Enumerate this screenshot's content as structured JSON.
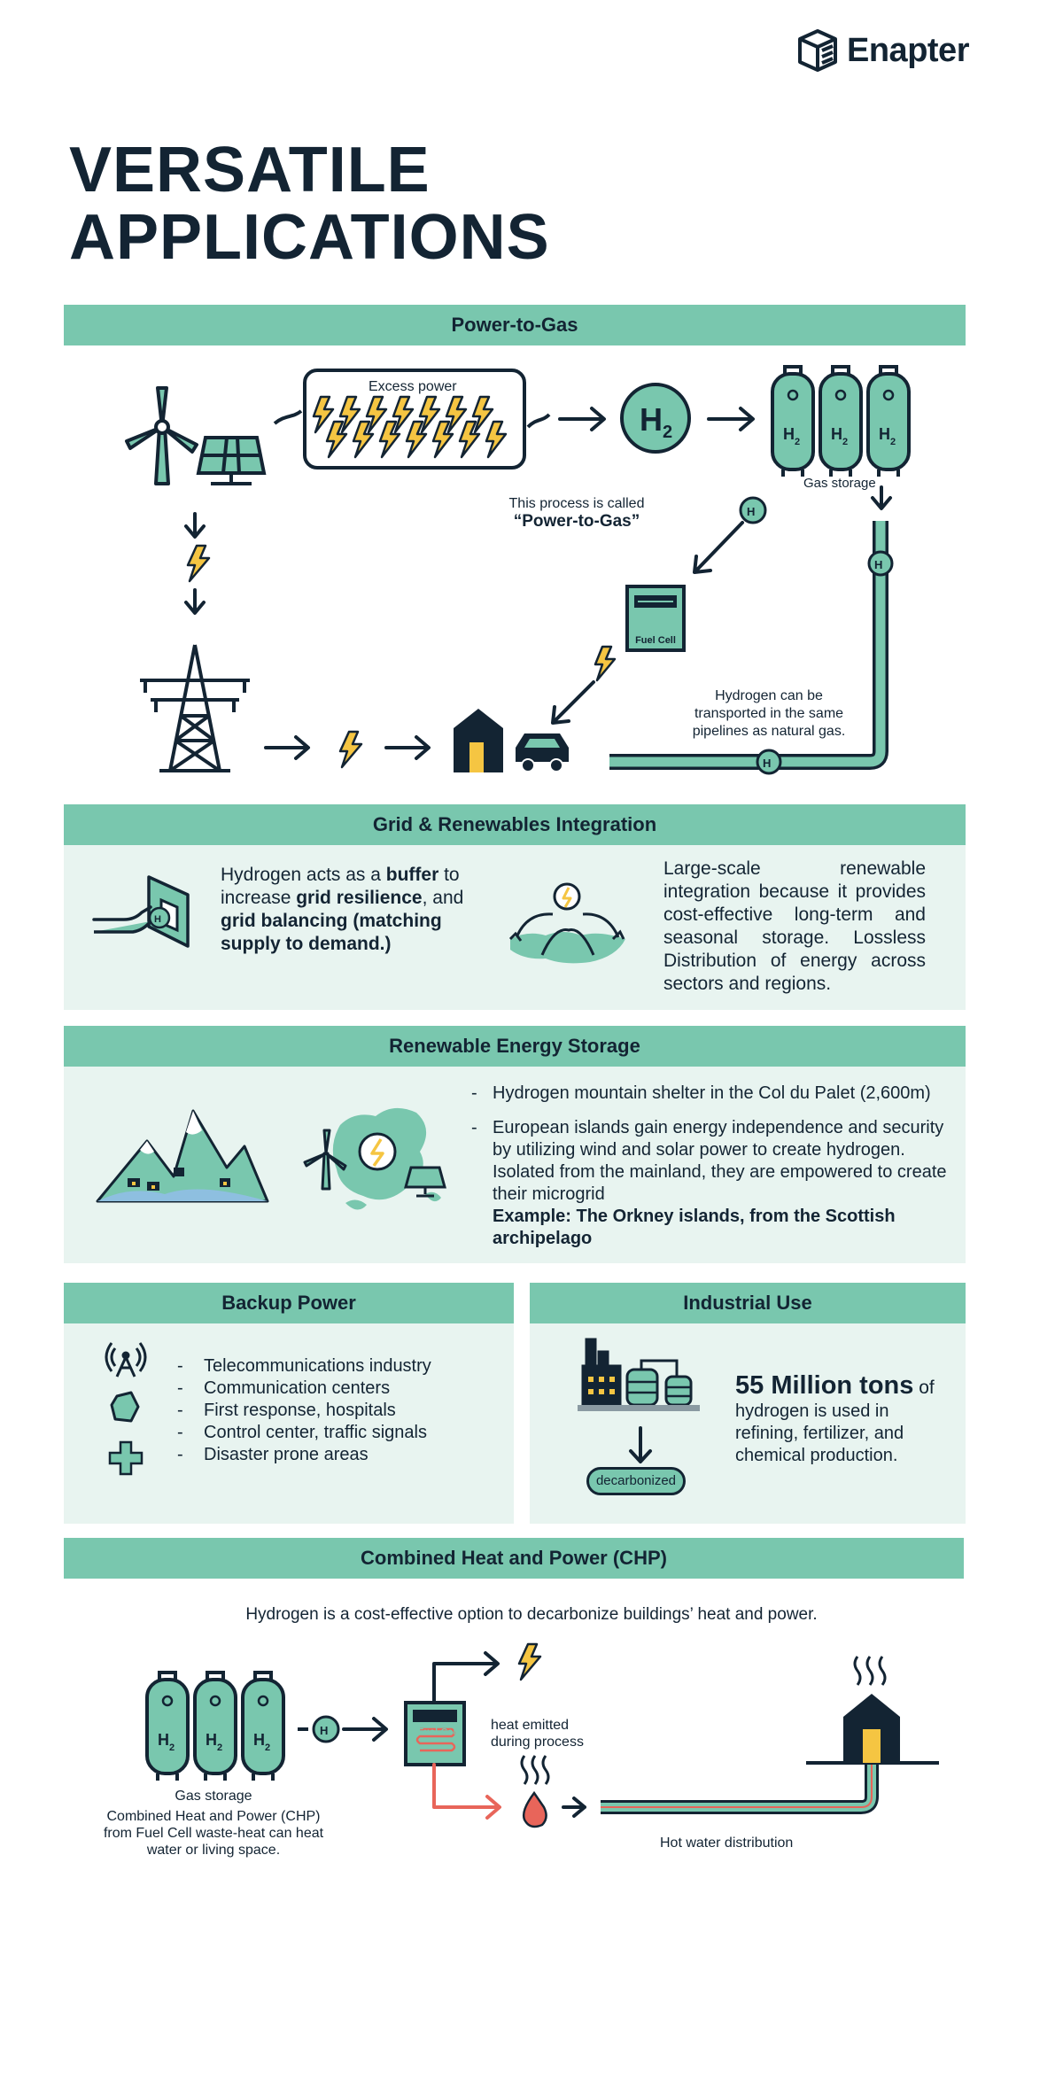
{
  "brand": {
    "name": "Enapter"
  },
  "page_title_line1": "VERSATILE",
  "page_title_line2": "APPLICATIONS",
  "colors": {
    "accent": "#79c7ae",
    "light_panel": "#e8f4f0",
    "dark": "#132433",
    "bolt": "#f5c542",
    "heat": "#e8655a"
  },
  "power_to_gas": {
    "header": "Power-to-Gas",
    "excess_power": "Excess power",
    "h2_label": "H",
    "h2_sub": "2",
    "gas_storage": "Gas storage",
    "process_line1": "This process is called",
    "process_line2": "“Power-to-Gas”",
    "fuel_cell": "Fuel Cell",
    "transport_line1": "Hydrogen can be",
    "transport_line2": "transported in the same",
    "transport_line3": "pipelines as natural gas."
  },
  "grid": {
    "header": "Grid & Renewables Integration",
    "left_pre": "Hydrogen acts as a ",
    "left_buffer": "buffer",
    "left_mid": " to increase ",
    "left_resilience": "grid resilience",
    "left_and": ", and ",
    "left_balancing": "grid balancing (matching supply to demand.)",
    "right_text": "Large-scale renewable integration because it provides cost-effective long-term and seasonal storage. Lossless Distribution of energy across sectors and regions."
  },
  "storage": {
    "header": "Renewable Energy Storage",
    "item1": "Hydrogen mountain shelter in the Col du Palet (2,600m)",
    "item2": "European islands gain energy independence and security by utilizing wind and solar power to create hydrogen. Isolated from the mainland, they are empowered to create their microgrid",
    "item2_example": "Example: The Orkney islands, from the Scottish archipelago"
  },
  "backup": {
    "header": "Backup Power",
    "items": [
      "Telecommunications industry",
      "Communication centers",
      "First response, hospitals",
      "Control center, traffic signals",
      "Disaster prone areas"
    ]
  },
  "industrial": {
    "header": "Industrial Use",
    "big": "55 Million tons",
    "of": " of",
    "rest": "hydrogen is used in refining, fertilizer, and chemical production.",
    "decarbonized": "decarbonized"
  },
  "chp": {
    "header": "Combined Heat and Power (CHP)",
    "intro": "Hydrogen is a cost-effective option to decarbonize buildings’ heat and power.",
    "gas_storage": "Gas storage",
    "caption_line1": "Combined Heat and Power (CHP)",
    "caption_line2": "from Fuel Cell waste-heat can heat",
    "caption_line3": "water or living space.",
    "heat_line1": "heat emitted",
    "heat_line2": "during process",
    "fuel_cell": "Fuel Cell",
    "hot_water": "Hot water distribution"
  }
}
